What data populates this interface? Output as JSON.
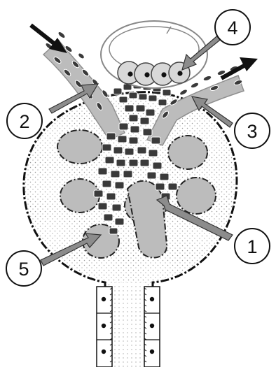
{
  "callouts": [
    {
      "id": "1",
      "text": "1"
    },
    {
      "id": "2",
      "text": "2"
    },
    {
      "id": "3",
      "text": "3"
    },
    {
      "id": "4",
      "text": "4"
    },
    {
      "id": "5",
      "text": "5"
    }
  ],
  "colors": {
    "background": "#ffffff",
    "capillary_fill": "#bcbcbc",
    "capillary_stroke": "#8f8f8f",
    "mesangial_cell": "#3a3a3a",
    "capsule_stroke": "#111111",
    "arrow_fill": "#8c8c8c",
    "stipple": "#9a9a9a"
  },
  "icons": {
    "arrow_in": "afferent-flow-arrow-icon",
    "arrow_out": "efferent-flow-arrow-icon"
  }
}
